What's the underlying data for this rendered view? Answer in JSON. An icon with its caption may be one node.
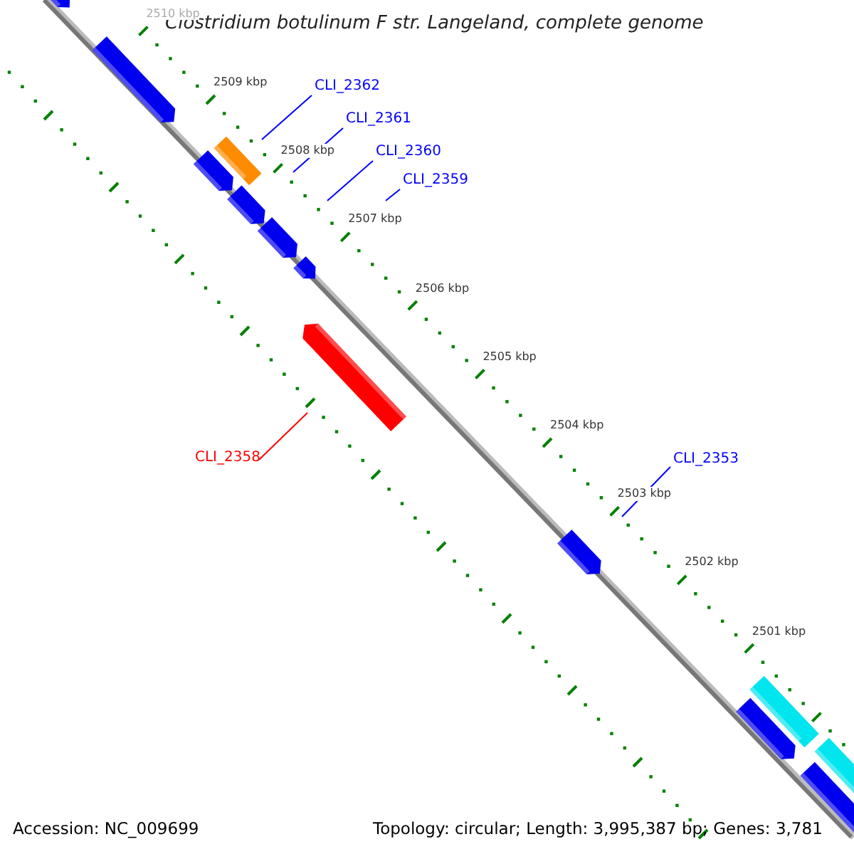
{
  "diagram": {
    "title": "Clostridium botulinum F str. Langeland, complete genome",
    "nodes": [
      {
        "text": [
          "CLI_2362"
        ]
      },
      {
        "text": [
          "CLI_2361"
        ]
      },
      {
        "text": [
          "CLI_2360"
        ]
      },
      {
        "text": [
          "CLI_2359"
        ]
      },
      {
        "text": [
          "CLI_2358"
        ]
      },
      {
        "text": [
          "CLI_2353"
        ]
      }
    ],
    "edges": [
      {
        "from": 0,
        "to": null,
        "arrow": "none"
      },
      {
        "from": 1,
        "to": null,
        "arrow": "none"
      },
      {
        "from": 2,
        "to": null,
        "arrow": "none"
      },
      {
        "from": 3,
        "to": null,
        "arrow": "none"
      },
      {
        "from": 4,
        "to": null,
        "arrow": "none",
        "color": "#ff0000"
      },
      {
        "from": 5,
        "to": null,
        "arrow": "none"
      }
    ],
    "labels": [
      "2510 kbp",
      "2509 kbp",
      "2508 kbp",
      "2507 kbp",
      "2506 kbp",
      "2505 kbp",
      "2504 kbp",
      "2503 kbp",
      "2502 kbp",
      "2501 kbp",
      "Accession: NC_009699",
      "Topology: circular; Length: 3,995,387 bp; Genes: 3,781"
    ]
  }
}
